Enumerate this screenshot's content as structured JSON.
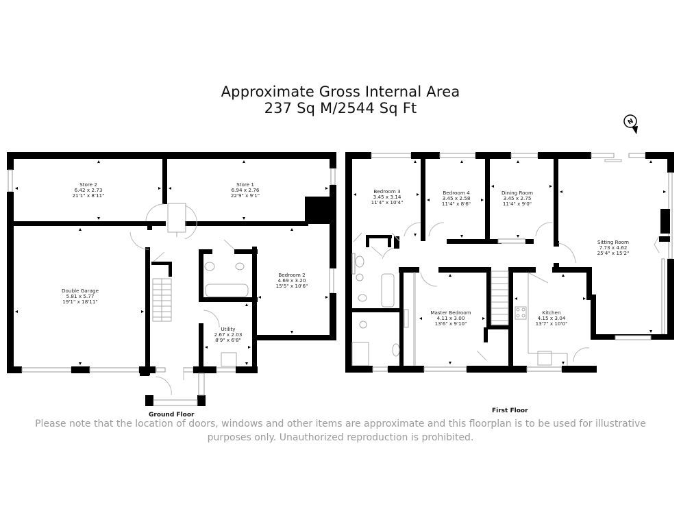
{
  "header": {
    "line1": "Approximate Gross Internal Area",
    "line2": "237 Sq M/2544 Sq Ft"
  },
  "compass": {
    "icon": "north-arrow-icon",
    "label": "N"
  },
  "ground_floor": {
    "label": "Ground Floor",
    "rooms": [
      {
        "name": "Store 2",
        "metric": "6.42 x 2.73",
        "imperial": "21'1\" x 8'11\""
      },
      {
        "name": "Store 1",
        "metric": "6.94 x 2.76",
        "imperial": "22'9\" x 9'1\""
      },
      {
        "name": "Double Garage",
        "metric": "5.81 x 5.77",
        "imperial": "19'1\" x 18'11\""
      },
      {
        "name": "Bedroom 2",
        "metric": "4.69 x 3.20",
        "imperial": "15'5\" x 10'6\""
      },
      {
        "name": "Utility",
        "metric": "2.67 x 2.03",
        "imperial": "8'9\" x 6'8\""
      }
    ]
  },
  "first_floor": {
    "label": "First Floor",
    "rooms": [
      {
        "name": "Bedroom 3",
        "metric": "3.45 x 3.14",
        "imperial": "11'4\" x 10'4\""
      },
      {
        "name": "Bedroom 4",
        "metric": "3.45 x 2.58",
        "imperial": "11'4\" x 8'6\""
      },
      {
        "name": "Dining Room",
        "metric": "3.45 x 2.75",
        "imperial": "11'4\" x 9'0\""
      },
      {
        "name": "Sitting Room",
        "metric": "7.73 x 4.62",
        "imperial": "25'4\" x 15'2\""
      },
      {
        "name": "Master Bedroom",
        "metric": "4.11 x 3.00",
        "imperial": "13'6\" x 9'10\""
      },
      {
        "name": "Kitchen",
        "metric": "4.15 x 3.04",
        "imperial": "13'7\" x 10'0\""
      }
    ]
  },
  "disclaimer": {
    "line1": "Please note that the location of doors, windows and other items are approximate and this floorplan is to be used for illustrative",
    "line2": "purposes only. Unauthorized reproduction is prohibited."
  }
}
